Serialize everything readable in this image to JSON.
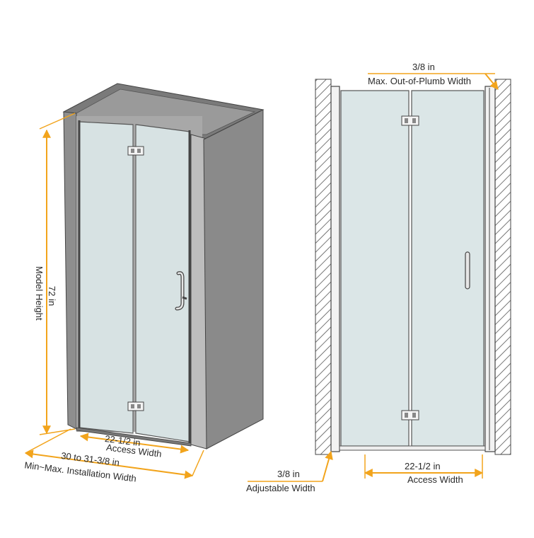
{
  "colors": {
    "accent": "#f2a41c",
    "enclosure_wall": "#8c8c8c",
    "enclosure_dark": "#666666",
    "glass": "#dbe6e7",
    "frame": "#555555",
    "text": "#2a2a2a"
  },
  "left_view": {
    "height_value": "72 in",
    "height_caption": "Model Height",
    "access_value": "22-1/2 in",
    "access_caption": "Access Width",
    "install_value": "30 to 31-3/8 in",
    "install_caption": "Min~Max. Installation Width"
  },
  "right_view": {
    "plumb_value": "3/8 in",
    "plumb_caption": "Max. Out-of-Plumb Width",
    "adjust_value": "3/8 in",
    "adjust_caption": "Adjustable Width",
    "access_value": "22-1/2 in",
    "access_caption": "Access Width"
  },
  "icons": [
    "hinge-icon",
    "door-handle-icon",
    "wall-hatch-icon",
    "dimension-arrow-icon"
  ]
}
